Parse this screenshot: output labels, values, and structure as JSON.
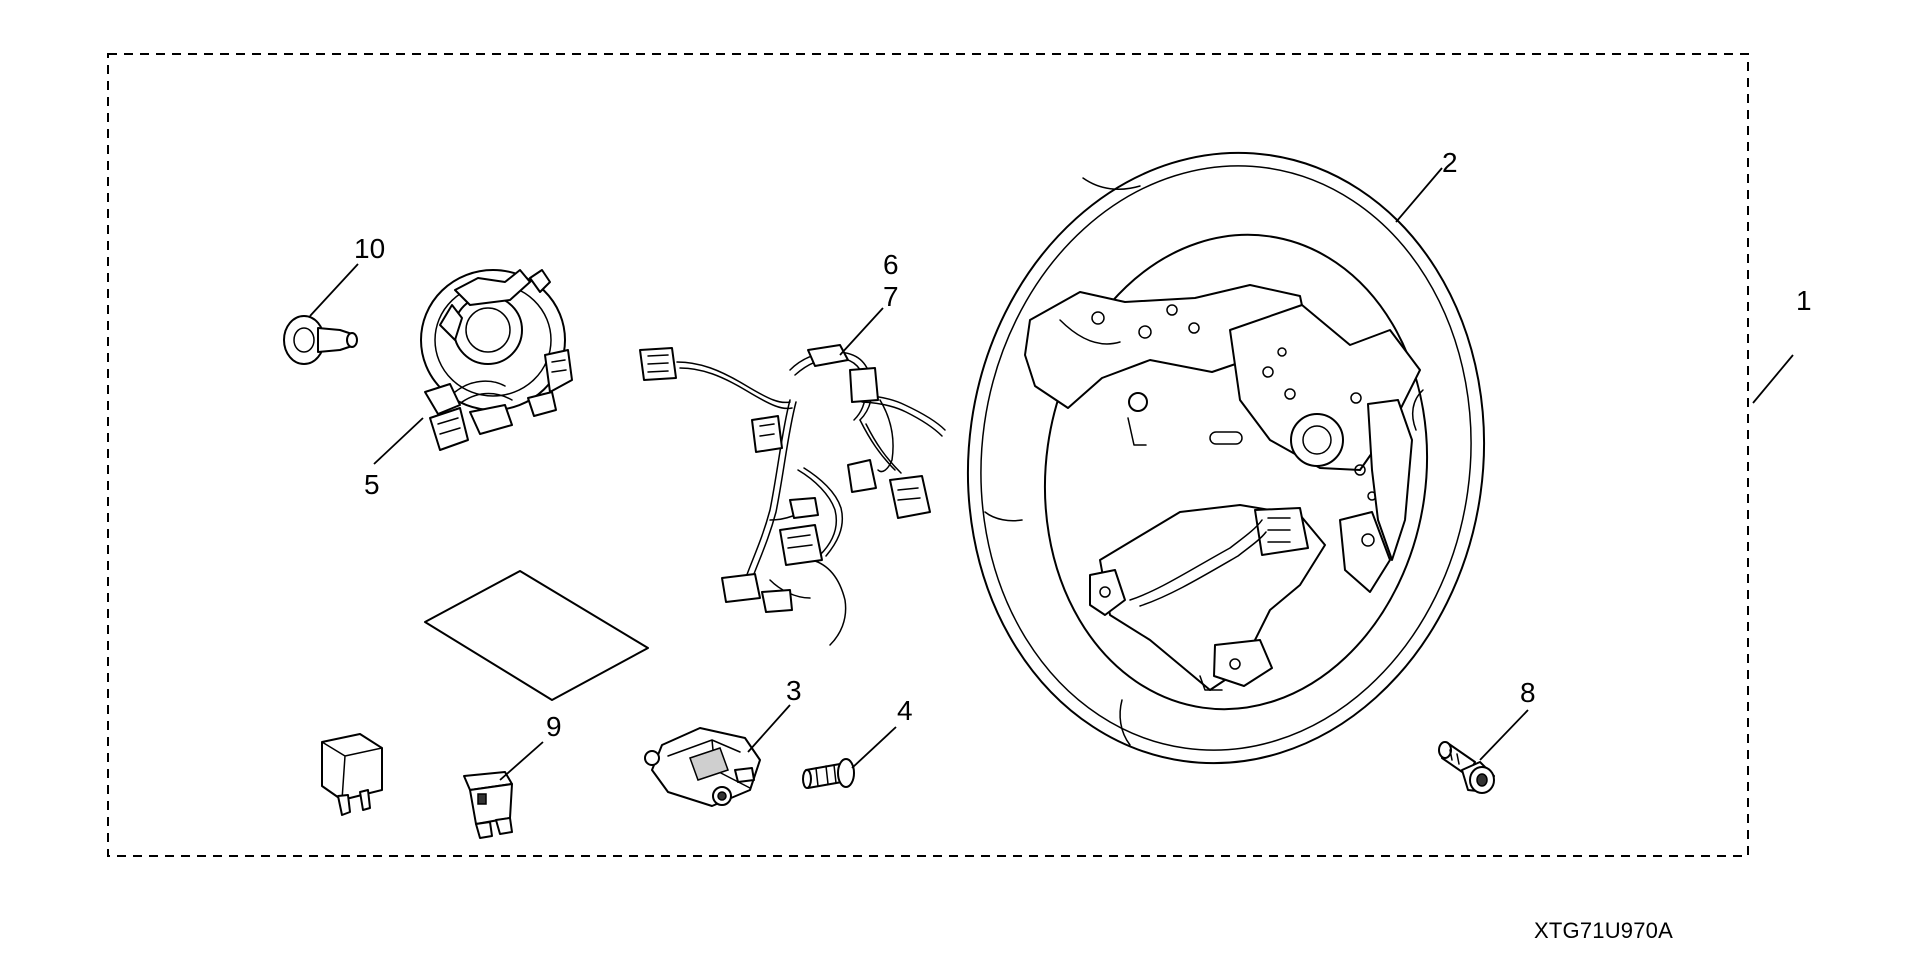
{
  "diagram_code": "XTG71U970A",
  "callouts": [
    "1",
    "2",
    "3",
    "4",
    "5",
    "6",
    "7",
    "8",
    "9",
    "10"
  ]
}
